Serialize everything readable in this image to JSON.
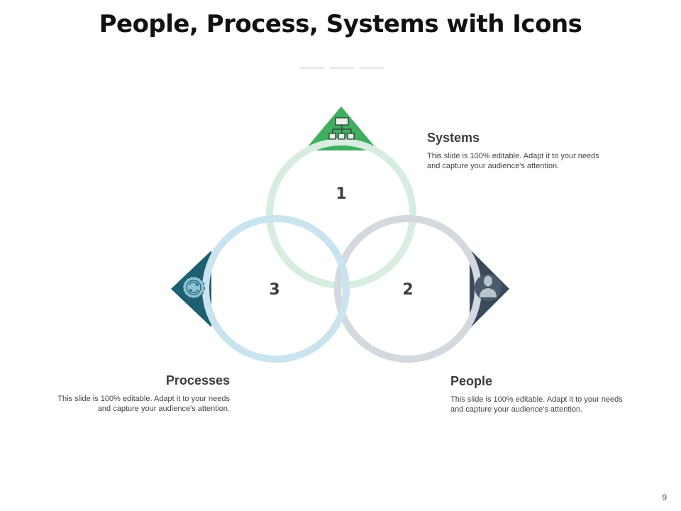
{
  "title": "People, Process, Systems with Icons",
  "colors": {
    "systems": "#3fae5e",
    "systems_ring": "#d7ede0",
    "processes": "#1e5f72",
    "processes_ring": "#c9e4ee",
    "people": "#3b4a59",
    "people_ring": "#d3d9df"
  },
  "nodes": [
    {
      "number": "1",
      "label": "Systems",
      "icon": "hierarchy-icon",
      "description": "This slide is 100% editable. Adapt it to your needs and capture your audience's attention."
    },
    {
      "number": "2",
      "label": "People",
      "icon": "person-icon",
      "description": "This slide is 100% editable. Adapt it to your needs and capture your audience's attention."
    },
    {
      "number": "3",
      "label": "Processes",
      "icon": "gear-cycle-icon",
      "description": "This slide is 100% editable. Adapt it to your needs and capture your audience's attention."
    }
  ],
  "page_number": "9"
}
